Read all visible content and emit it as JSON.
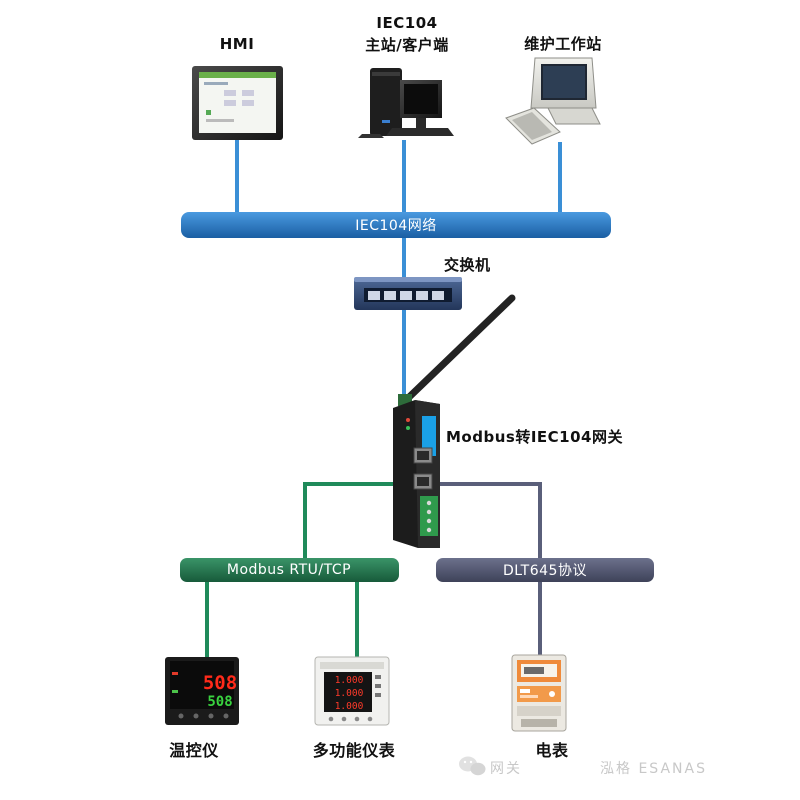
{
  "devices": {
    "hmi": "HMI",
    "iec104_master_line1": "IEC104",
    "iec104_master_line2": "主站/客户端",
    "workstation": "维护工作站",
    "switch": "交换机",
    "gateway": "Modbus转IEC104网关",
    "temp_controller": "温控仪",
    "multifunction_meter": "多功能仪表",
    "electricity_meter": "电表"
  },
  "buses": {
    "iec104": "IEC104网络",
    "modbus": "Modbus RTU/TCP",
    "dlt645": "DLT645协议"
  },
  "displays": {
    "temp_pv": "508",
    "temp_sv": "508",
    "meter_readings": [
      "1.000",
      "1.000",
      "1.000"
    ]
  },
  "watermark": {
    "left": "网关",
    "right": "泓格 ESANAS"
  },
  "colors": {
    "ethernet_line": "#3a8fd6",
    "modbus_line": "#1f8a5a",
    "dlt645_line": "#5a5f7a",
    "iec104_bus": "#1e6fb8",
    "modbus_bus": "#1f6b45",
    "dlt645_bus": "#4a4f6a"
  }
}
